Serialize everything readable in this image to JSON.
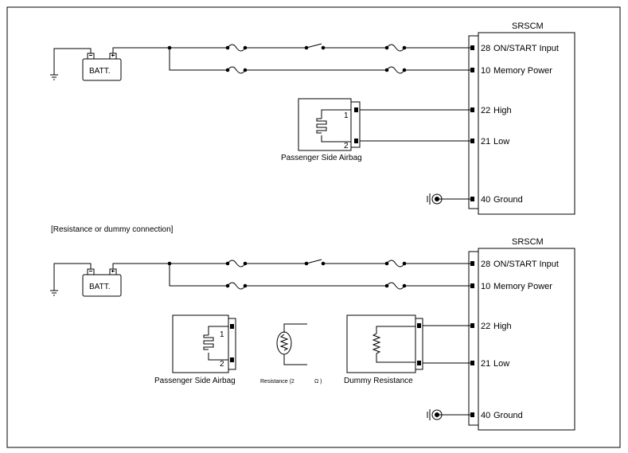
{
  "section_heading": "[Resistance or dummy connection]",
  "diagram_top": {
    "ecu_title": "SRSCM",
    "pins": [
      {
        "num": "28",
        "label": "ON/START Input"
      },
      {
        "num": "10",
        "label": "Memory Power"
      },
      {
        "num": "22",
        "label": "High"
      },
      {
        "num": "21",
        "label": "Low"
      },
      {
        "num": "40",
        "label": "Ground"
      }
    ],
    "battery_label": "BATT.",
    "airbag_label": "Passenger Side Airbag",
    "airbag_pin_1": "1",
    "airbag_pin_2": "2"
  },
  "diagram_bottom": {
    "ecu_title": "SRSCM",
    "pins": [
      {
        "num": "28",
        "label": "ON/START Input"
      },
      {
        "num": "10",
        "label": "Memory Power"
      },
      {
        "num": "22",
        "label": "High"
      },
      {
        "num": "21",
        "label": "Low"
      },
      {
        "num": "40",
        "label": "Ground"
      }
    ],
    "battery_label": "BATT.",
    "airbag_label": "Passenger Side Airbag",
    "airbag_pin_1": "1",
    "airbag_pin_2": "2",
    "resistor_label": "Resistance (2",
    "resistor_unit": "Ω )",
    "dummy_label": "Dummy Resistance"
  }
}
